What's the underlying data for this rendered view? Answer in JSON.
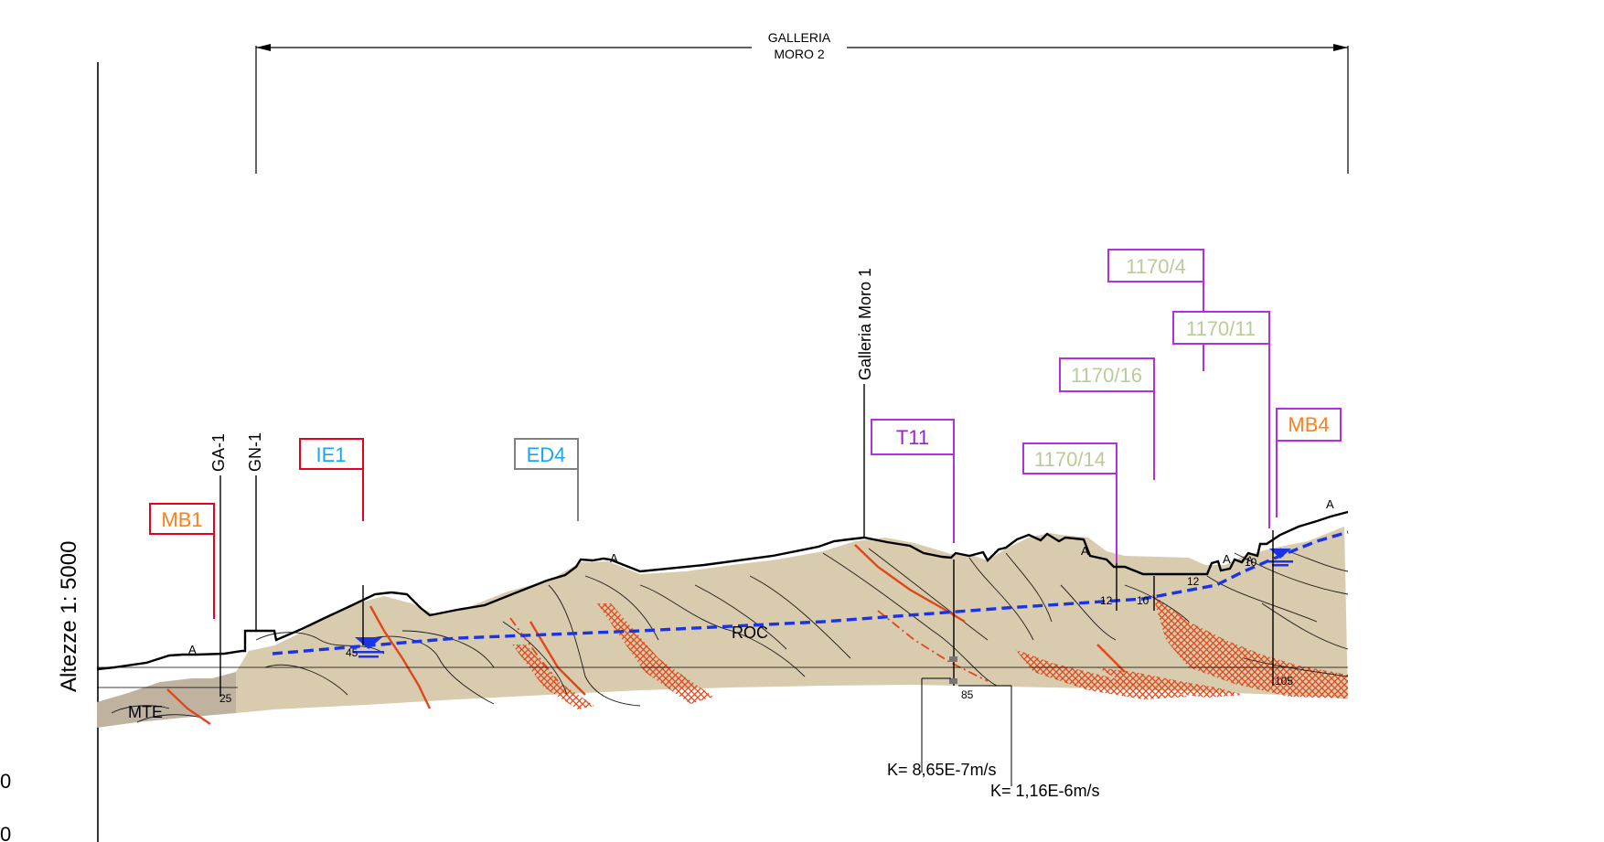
{
  "scale_label": "Altezze 1: 5000",
  "edge_digits": [
    "0",
    "0"
  ],
  "tunnel": {
    "line1": "GALLERIA",
    "line2": "MORO 2"
  },
  "gallery_label": "Galleria Moro 1",
  "borehole_labels": {
    "ga1": "GA-1",
    "gn1": "GN-1"
  },
  "tags": {
    "mb1": {
      "text": "MB1",
      "text_color": "#ff7f1a",
      "border_color": "#e8001c"
    },
    "ie1": {
      "text": "IE1",
      "text_color": "#1aa7ec",
      "border_color": "#e8001c"
    },
    "ed4": {
      "text": "ED4",
      "text_color": "#1aa7ec",
      "border_color": "#808080"
    },
    "t11": {
      "text": "T11",
      "text_color": "#a020d0",
      "border_color": "#b030e0"
    },
    "p1170_14": {
      "text": "1170/14",
      "text_color": "#b8cc9a",
      "border_color": "#b030e0"
    },
    "p1170_16": {
      "text": "1170/16",
      "text_color": "#b8cc9a",
      "border_color": "#b030e0"
    },
    "p1170_4": {
      "text": "1170/4",
      "text_color": "#b8cc9a",
      "border_color": "#b030e0"
    },
    "p1170_11": {
      "text": "1170/11",
      "text_color": "#b8cc9a",
      "border_color": "#b030e0"
    },
    "mb4": {
      "text": "MB4",
      "text_color": "#ff7f1a",
      "border_color": "#b030e0"
    }
  },
  "units": {
    "mte": "MTE",
    "roc": "ROC"
  },
  "depths": {
    "d25": "25",
    "d45": "45",
    "d85": "85",
    "d12a": "12",
    "d10a": "10",
    "d12b": "12",
    "d10b": "10",
    "d105": "105"
  },
  "a_marks": [
    "A",
    "A",
    "A",
    "A",
    "A",
    "A"
  ],
  "k_values": {
    "k1": "K= 8,65E-7m/s",
    "k2": "K= 1,16E-6m/s"
  },
  "colors": {
    "rock": "#d9ccae",
    "mte": "#bfb3a0",
    "fault": "#e0471a",
    "water_table": "#1a33e6",
    "ground_line": "#000000"
  }
}
